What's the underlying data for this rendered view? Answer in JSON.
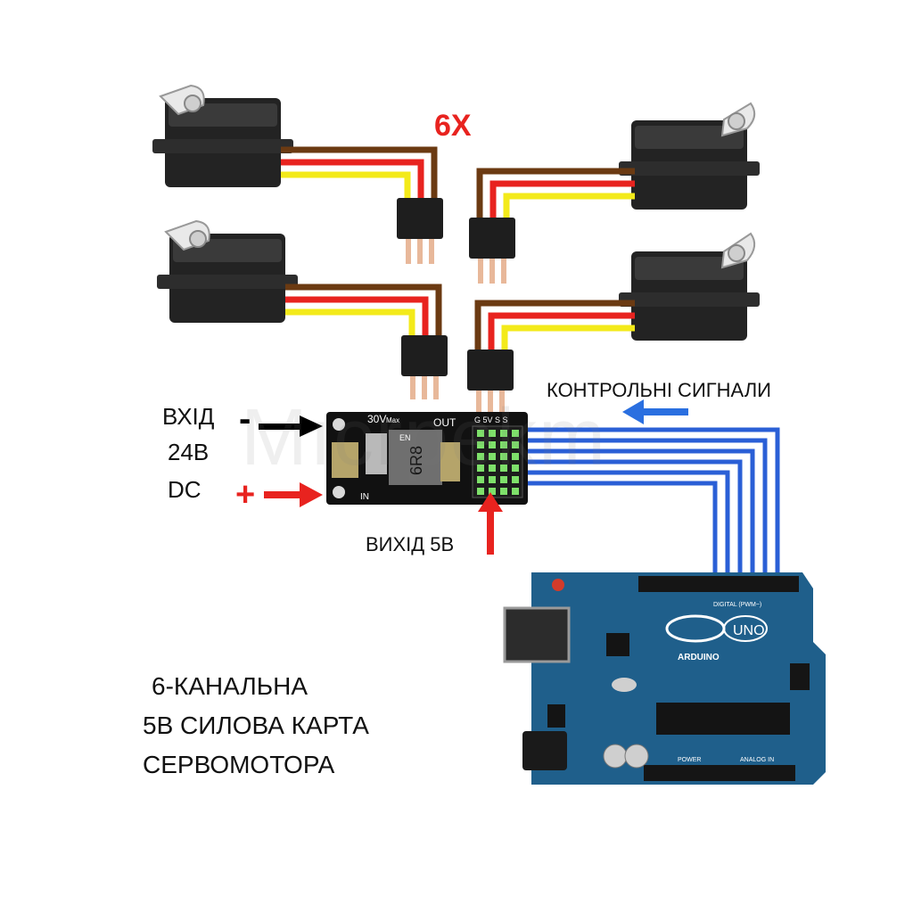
{
  "labels": {
    "multiplier": "6X",
    "input_line1": "ВХІД",
    "input_line2": "24В",
    "input_line3": "DC",
    "minus": "-",
    "plus": "+",
    "output": "ВИХІД 5В",
    "control_signals": "КОНТРОЛЬНІ СИГНАЛИ",
    "caption_line1": "6-КАНАЛЬНА",
    "caption_line2": "5В СИЛОВА КАРТА",
    "caption_line3": "СЕРВОМОТОРА"
  },
  "board": {
    "rating": "30V",
    "rating_suffix": "Max",
    "out": "OUT",
    "en": "EN",
    "in": "IN",
    "inductor": "6R8",
    "header": "G 5V S S"
  },
  "arduino": {
    "brand": "ARDUINO",
    "model": "UNO",
    "digital": "DIGITAL (PWM~)",
    "power": "POWER",
    "analog": "ANALOG IN"
  },
  "watermark": "Mıcrpekm",
  "colors": {
    "servo_wire_brown": "#6b3a12",
    "servo_wire_red": "#e8231f",
    "servo_wire_yellow": "#f3ea1a",
    "signal_wire_blue": "#2a5fd6",
    "arrow_blue": "#2a6fe0",
    "arrow_red": "#e8231f",
    "arduino_blue": "#1f5f8b"
  }
}
